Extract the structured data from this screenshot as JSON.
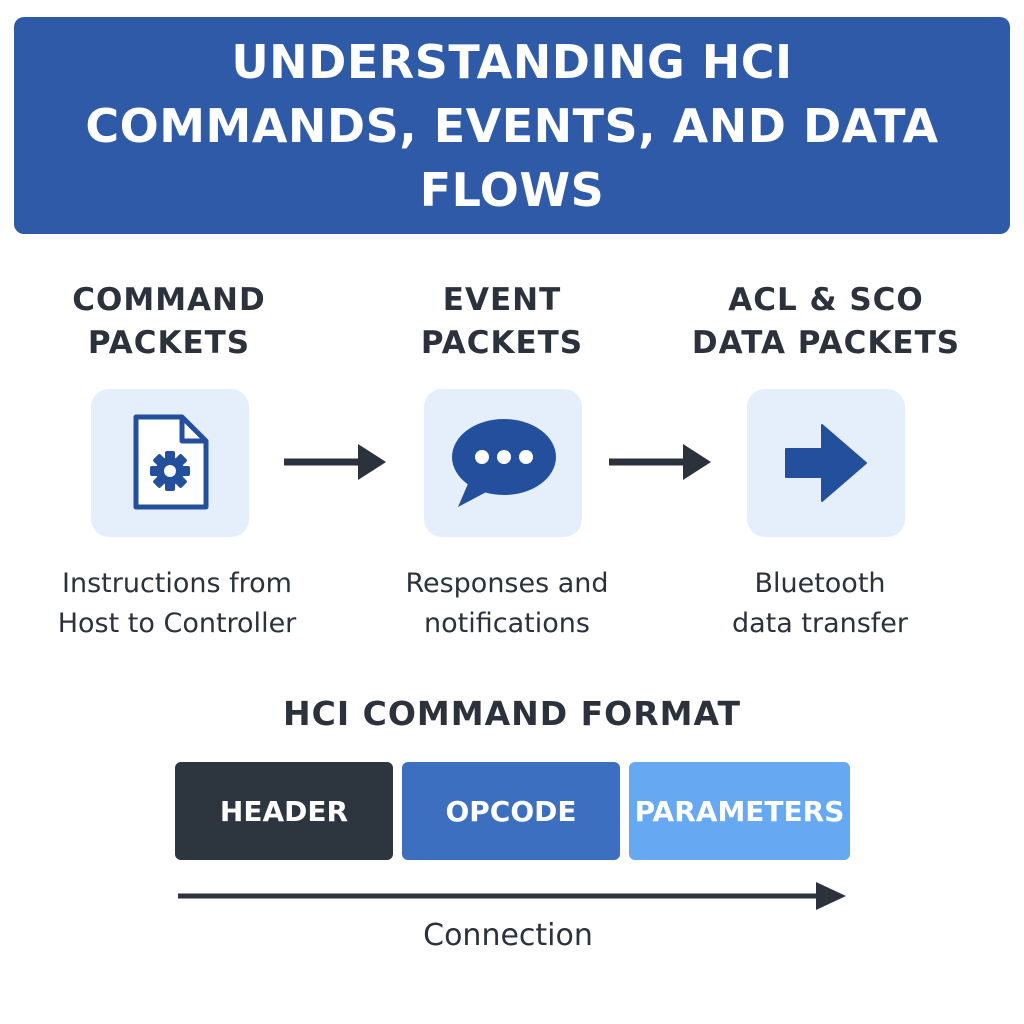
{
  "title": "UNDERSTANDING HCI COMMANDS, EVENTS, AND DATA FLOWS",
  "columns": [
    {
      "heading_line1": "COMMAND",
      "heading_line2": "PACKETS",
      "icon": "document-gear-icon",
      "desc_line1": "Instructions from",
      "desc_line2": "Host to Controller"
    },
    {
      "heading_line1": "EVENT",
      "heading_line2": "PACKETS",
      "icon": "chat-bubble-icon",
      "desc_line1": "Responses and",
      "desc_line2": "notifications"
    },
    {
      "heading_line1": "ACL & SCO",
      "heading_line2": "DATA PACKETS",
      "icon": "right-arrow-icon",
      "desc_line1": "Bluetooth",
      "desc_line2": "data transfer"
    }
  ],
  "format": {
    "title": "HCI COMMAND FORMAT",
    "segments": [
      "HEADER",
      "OPCODE",
      "PARAMETERS"
    ],
    "arrow_label": "Connection"
  },
  "colors": {
    "banner": "#2e5aa8",
    "text_dark": "#2b323b",
    "icon_blue": "#234f9c",
    "tile_bg": "#e5effc",
    "segment_header": "#2d353f",
    "segment_opcode": "#3c6fbf",
    "segment_parameters": "#67a8f2"
  }
}
